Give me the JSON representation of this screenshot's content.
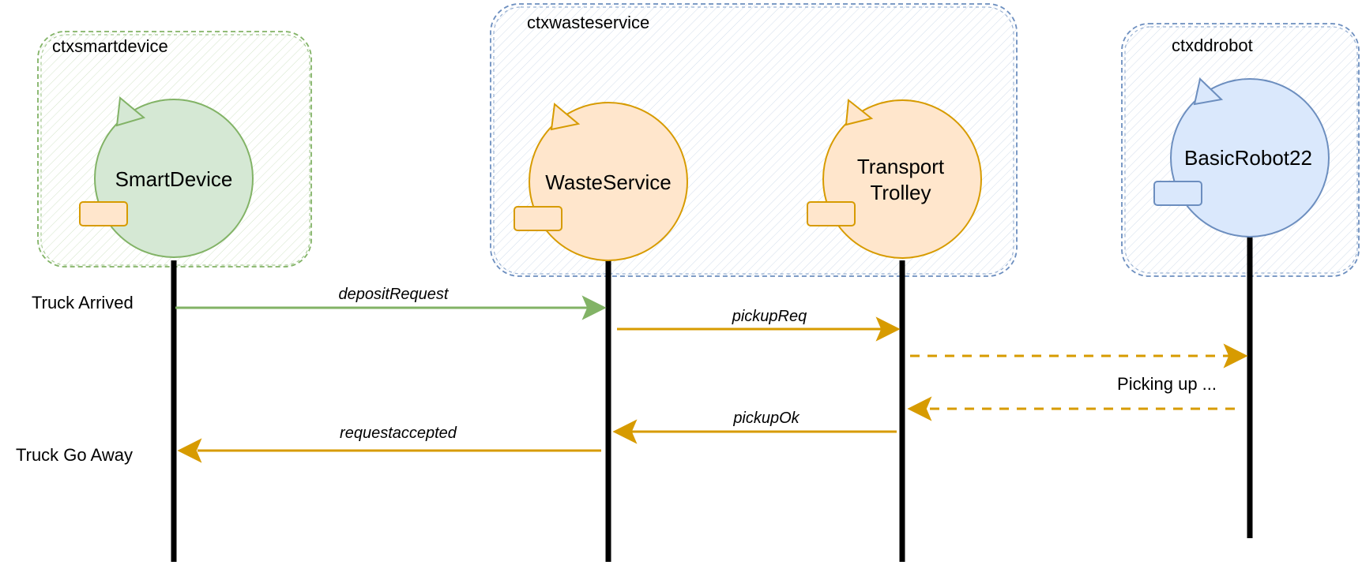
{
  "colors": {
    "green_stroke": "#82b366",
    "green_fill": "#d5e8d4",
    "orange_stroke": "#d79b00",
    "orange_fill": "#ffe6cc",
    "blue_stroke": "#6c8ebf",
    "blue_fill": "#dae8fc",
    "green_arrow": "#82b366",
    "orange_arrow": "#d79b00",
    "lifeline": "#000000"
  },
  "contexts": {
    "smartdevice": "ctxsmartdevice",
    "wasteservice": "ctxwasteservice",
    "ddrobot": "ctxddrobot"
  },
  "actors": {
    "smartdevice": [
      "SmartDevice"
    ],
    "wasteservice": [
      "WasteService"
    ],
    "trolley": [
      "Transport",
      "Trolley"
    ],
    "robot": [
      "BasicRobot22"
    ]
  },
  "messages": {
    "deposit_request": "depositRequest",
    "pickup_req": "pickupReq",
    "pickup_ok": "pickupOk",
    "request_accepted": "requestaccepted"
  },
  "annotations": {
    "truck_arrived": "Truck Arrived",
    "truck_go_away": "Truck Go Away",
    "picking_up": "Picking up ..."
  }
}
